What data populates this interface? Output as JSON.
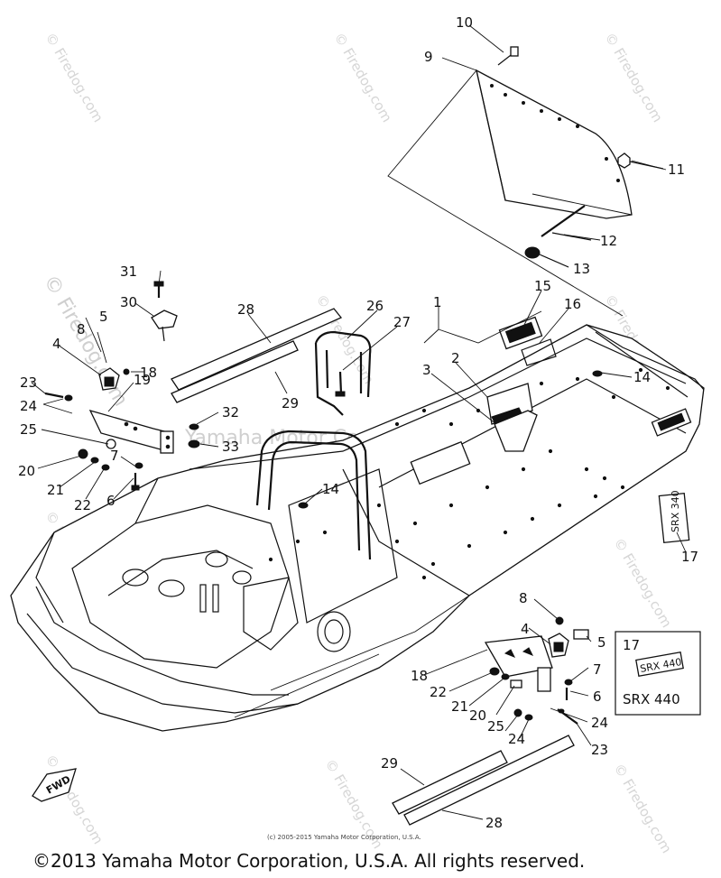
{
  "watermarks": {
    "site": "© Firedog.com",
    "center": "Yamaha Motor Corp., U.S.A."
  },
  "copyright": {
    "small": "(c) 2005-2015 Yamaha Motor Corporation, U.S.A.",
    "main": "©2013 Yamaha Motor Corporation, U.S.A. All rights reserved."
  },
  "model_plate_top": "SRX 340",
  "model_plate_inset_small": "SRX 440",
  "model_inset_caption": "SRX 440",
  "fwd_label": "FWD",
  "callouts": {
    "c1": "1",
    "c2": "2",
    "c3": "3",
    "c4a": "4",
    "c4b": "4",
    "c5a": "5",
    "c5b": "5",
    "c6a": "6",
    "c6b": "6",
    "c7a": "7",
    "c7b": "7",
    "c8a": "8",
    "c8b": "8",
    "c9": "9",
    "c10": "10",
    "c11": "11",
    "c12": "12",
    "c13": "13",
    "c14a": "14",
    "c14b": "14",
    "c15": "15",
    "c16": "16",
    "c17a": "17",
    "c17b": "17",
    "c18a": "18",
    "c18b": "18",
    "c19": "19",
    "c20a": "20",
    "c20b": "20",
    "c21a": "21",
    "c21b": "21",
    "c22a": "22",
    "c22b": "22",
    "c23a": "23",
    "c23b": "23",
    "c24a": "24",
    "c24b": "24",
    "c24c": "24",
    "c25a": "25",
    "c25b": "25",
    "c26": "26",
    "c27": "27",
    "c28a": "28",
    "c28b": "28",
    "c29a": "29",
    "c29b": "29",
    "c30": "30",
    "c31": "31",
    "c32": "32",
    "c33": "33"
  }
}
